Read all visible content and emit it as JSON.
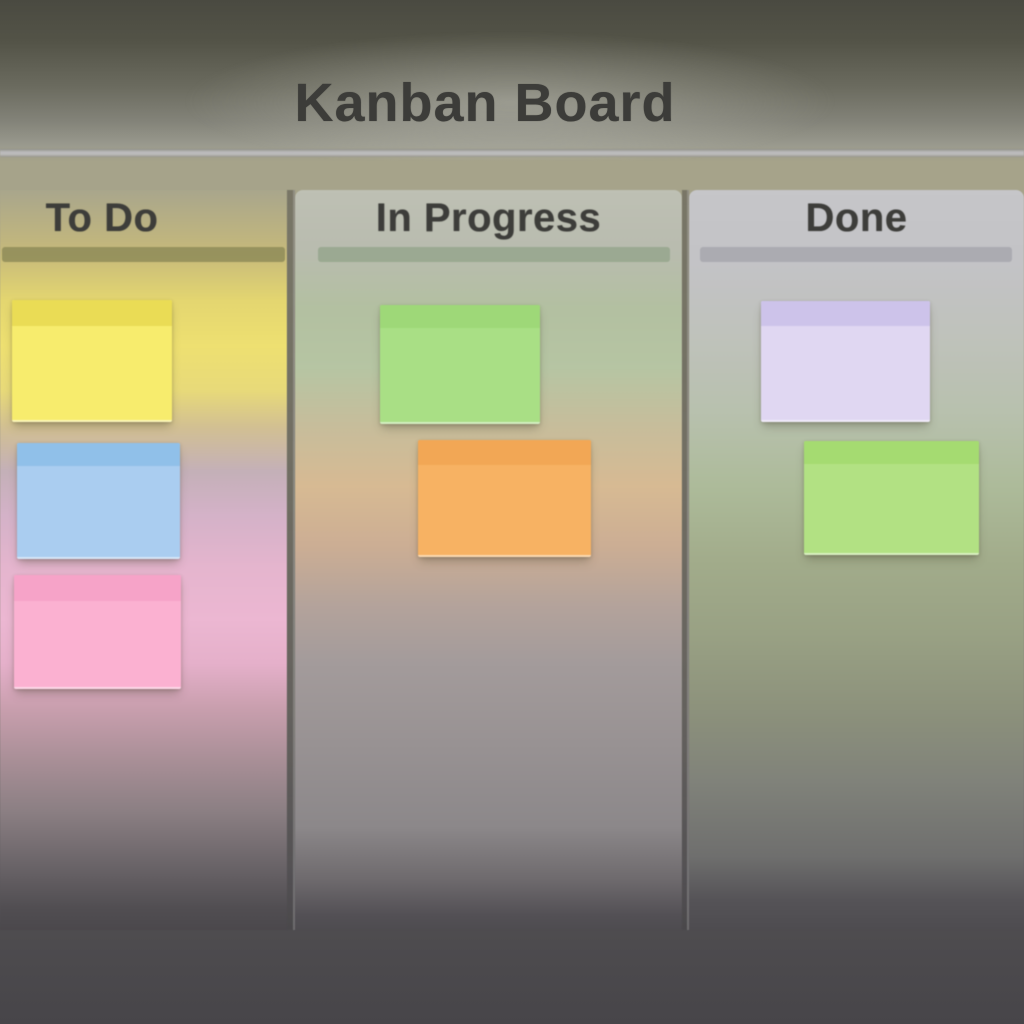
{
  "board": {
    "title": "Kanban Board",
    "columns": [
      {
        "label": "To Do",
        "underline_color": "#8b8856",
        "cards": [
          {
            "color_name": "yellow",
            "body_color": "#f7ec6d",
            "band_color": "#eadc55"
          },
          {
            "color_name": "blue",
            "body_color": "#aacdf0",
            "band_color": "#90c0e9"
          },
          {
            "color_name": "pink",
            "body_color": "#fbb1d1",
            "band_color": "#f6a3c8"
          }
        ]
      },
      {
        "label": "In Progress",
        "underline_color": "#93a48b",
        "cards": [
          {
            "color_name": "green",
            "body_color": "#a9df85",
            "band_color": "#9ed878"
          },
          {
            "color_name": "orange",
            "body_color": "#f7b263",
            "band_color": "#f2a755"
          }
        ]
      },
      {
        "label": "Done",
        "underline_color": "#a5a5ab",
        "cards": [
          {
            "color_name": "lavender",
            "body_color": "#e0d7f2",
            "band_color": "#cdc3ea"
          },
          {
            "color_name": "light-green",
            "body_color": "#b2e183",
            "band_color": "#a5db71"
          }
        ]
      }
    ]
  }
}
